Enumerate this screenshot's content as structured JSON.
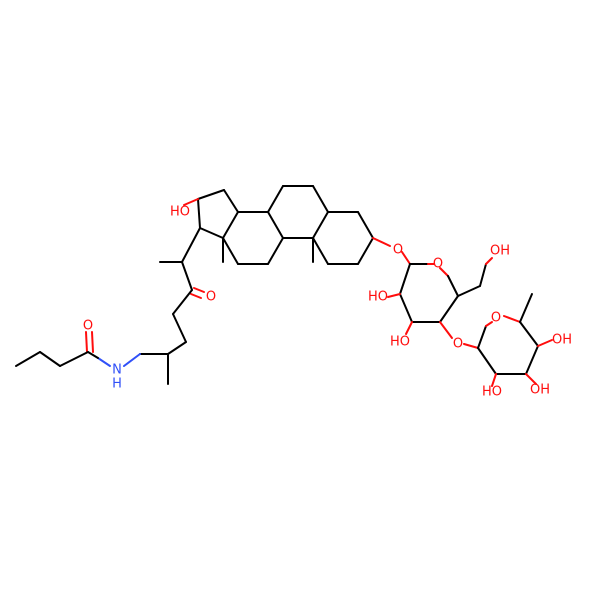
{
  "colors": {
    "carbon_bond": "#000000",
    "oxygen": "#ff0d0d",
    "nitrogen": "#3050f8",
    "background": "#ffffff"
  },
  "atom_labels": {
    "oh_ring_d": "HO",
    "o_ketone": "O",
    "o_glycosidic_steroid": "O",
    "o_ring_sugar1": "O",
    "oh_primary": "OH",
    "ho_sugar1_c2": "HO",
    "ho_sugar1_c3": "HO",
    "o_glycosidic_sugars": "O",
    "o_ring_sugar2": "O",
    "oh_sugar2_c4": "OH",
    "ho_sugar2_c2": "HO",
    "oh_sugar2_c3": "OH",
    "o_amide": "O",
    "n_amide": "N",
    "h_amide": "H"
  }
}
